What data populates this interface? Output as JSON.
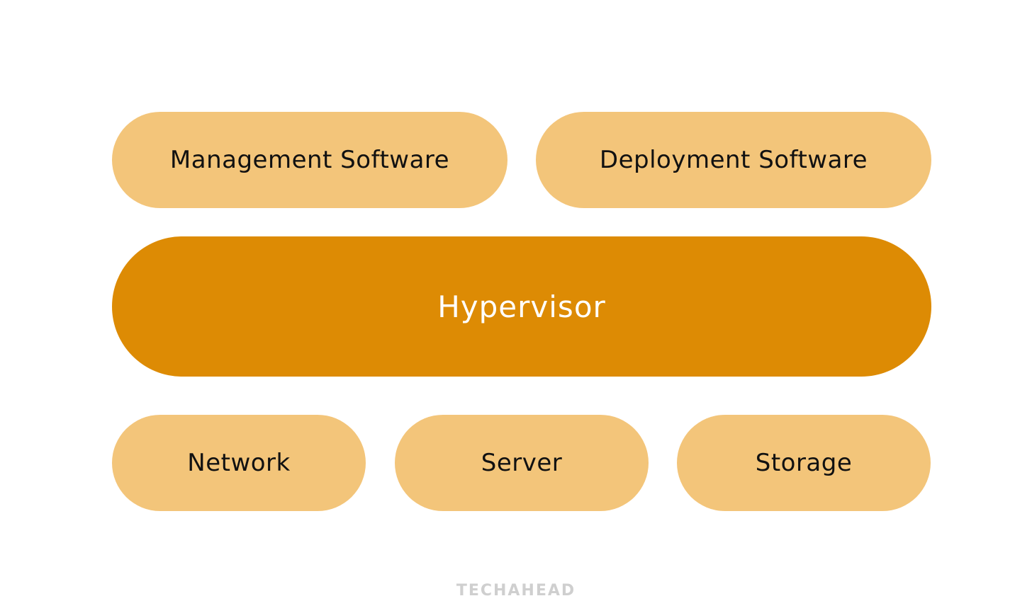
{
  "diagram": {
    "top_row": {
      "management_software": "Management Software",
      "deployment_software": "Deployment Software"
    },
    "middle_row": {
      "hypervisor": "Hypervisor"
    },
    "bottom_row": {
      "network": "Network",
      "server": "Server",
      "storage": "Storage"
    }
  },
  "watermark": {
    "brand": "TECHAHEAD"
  },
  "colors": {
    "light_pill": "#f3c57a",
    "dark_pill": "#dd8b04",
    "light_text": "#111111",
    "dark_text": "#ffffff",
    "watermark": "#cfcfcf"
  }
}
